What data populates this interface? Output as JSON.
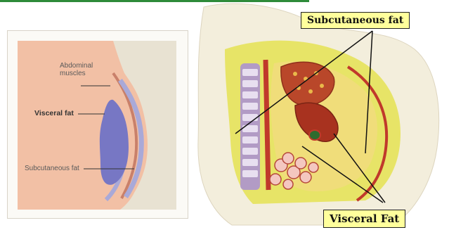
{
  "left_diagram": {
    "labels": {
      "abdominal_muscles": "Abdominal muscles",
      "visceral_fat": "Visceral fat",
      "subcutaneous_fat": "Subcutaneous fat"
    },
    "colors": {
      "skin": "#f2c0a5",
      "muscle": "#c9806a",
      "visceral": "#7777c4",
      "subcutaneous_band": "#a9a9d8",
      "background": "#e8e2d2"
    }
  },
  "right_diagram": {
    "callouts": {
      "subcutaneous_fat": "Subcutaneous fat",
      "visceral_fat": "Visceral Fat"
    },
    "colors": {
      "callout_bg": "#ffff9c",
      "fat": "#e6e25a",
      "organs": "#c0392b",
      "spine": "#b29bc5"
    }
  },
  "accent_bar_color": "#2e8b3a"
}
